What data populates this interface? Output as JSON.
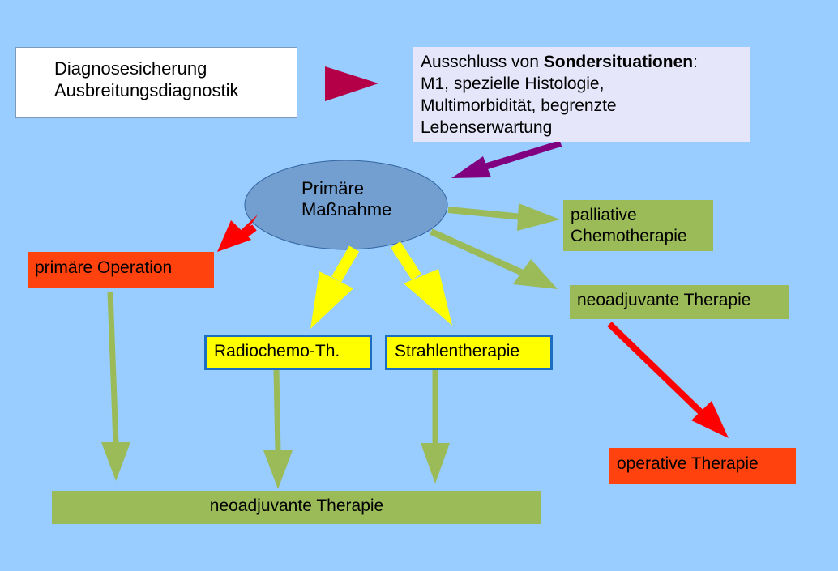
{
  "diagnosis_box": {
    "line1": "Diagnosesicherung",
    "line2": "Ausbreitungsdiagnostik"
  },
  "exclusion_box": {
    "prefix": "Ausschluss von ",
    "bold": "Sondersituationen",
    "colon": ":",
    "line2": "M1, spezielle Histologie,",
    "line3": "Multimorbidität, begrenzte",
    "line4": "Lebenserwartung"
  },
  "primary_measure": {
    "line1": "Primäre",
    "line2": "Maßnahme"
  },
  "primary_operation": "primäre Operation",
  "palliative": {
    "line1": "palliative",
    "line2": "Chemotherapie"
  },
  "neoadjuvant_right": "neoadjuvante Therapie",
  "radiochemo": "Radiochemo-Th.",
  "radiotherapy": "Strahlentherapie",
  "operative_therapy": "operative Therapie",
  "neoadjuvant_bottom": "neoadjuvante Therapie",
  "colors": {
    "background": "#99ccff",
    "ellipse": "#729fcf",
    "red_box": "#ff420e",
    "green_box": "#9bbb59",
    "yellow_box": "#ffff00",
    "arrow_green": "#9bbb59",
    "arrow_yellow": "#ffff00",
    "arrow_red": "#ff0000",
    "arrow_purple": "#800080",
    "triangle": "#b30047"
  }
}
